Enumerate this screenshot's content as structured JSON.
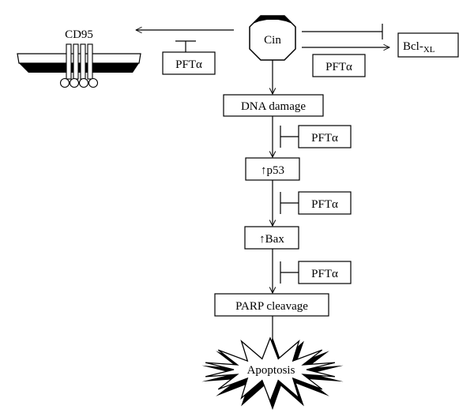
{
  "diagram": {
    "cin": "Cin",
    "cd95": "CD95",
    "bcl_main": "Bcl-",
    "bcl_sub": "XL",
    "inhibitor": "PFTα",
    "dna_damage": "DNA damage",
    "p53": "↑p53",
    "bax": "↑Bax",
    "parp": "PARP cleavage",
    "apoptosis": "Apoptosis"
  }
}
